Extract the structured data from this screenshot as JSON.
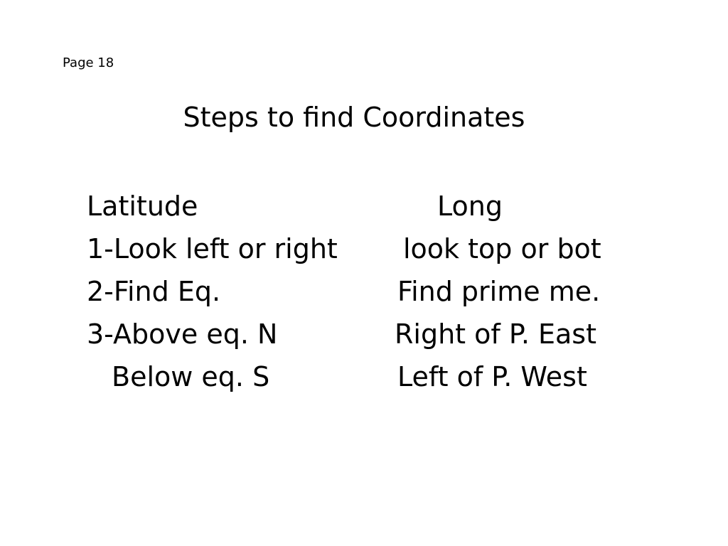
{
  "page_label": "Page 18",
  "title": "Steps to find Coordinates",
  "rows": [
    {
      "left": "Latitude",
      "right": "Long"
    },
    {
      "left": "1-Look left or right",
      "right": "look top or bot"
    },
    {
      "left": "2-Find Eq.",
      "right": "Find prime me."
    },
    {
      "left": "3-Above eq. N",
      "right": "Right of P. East"
    },
    {
      "left": "Below eq. S",
      "right": "Left of P. West"
    }
  ]
}
